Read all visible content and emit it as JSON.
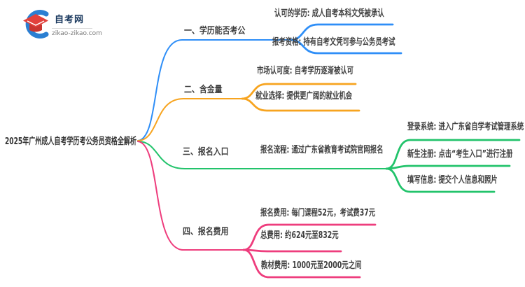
{
  "logo": {
    "title": "自考网",
    "subtitle": "zikao-zikao.com"
  },
  "root": {
    "title": "2025年广州成人自考学历考公务员资格全解析"
  },
  "colors": {
    "branch_1_blue": "#2e8ef7",
    "branch_2_orange": "#f7a41f",
    "branch_3_green": "#22c36b",
    "branch_4_pink": "#ee3d7d",
    "node_text": "#3f3f3f",
    "logo_navy": "#17365c",
    "logo_blue": "#2b7fd2",
    "logo_red": "#e2413c",
    "logo_red_dark": "#c93530"
  },
  "branches": [
    {
      "label": "一、学历能否考公",
      "color": "#2e8ef7",
      "children": [
        "认可的学历: 成人自考本科文凭被承认",
        "报考资格: 持有自考文凭可参与公务员考试"
      ]
    },
    {
      "label": "二、含金量",
      "color": "#f7a41f",
      "children": [
        "市场认可度: 自考学历逐渐被认可",
        "就业选择: 提供更广阔的就业机会"
      ]
    },
    {
      "label": "三、报名入口",
      "color": "#22c36b",
      "children": [
        "报名流程: 通过广东省教育考试院官网报名"
      ],
      "grandchildren": [
        "登录系统: 进入广东省自学考试管理系统",
        "新生注册: 点击“考生入口”进行注册",
        "填写信息: 提交个人信息和照片"
      ]
    },
    {
      "label": "四、报名费用",
      "color": "#ee3d7d",
      "children": [
        "报名费用: 每门课程52元，考试费37元",
        "总费用: 约624元至832元",
        "教材费用: 1000元至2000元之间"
      ]
    }
  ]
}
